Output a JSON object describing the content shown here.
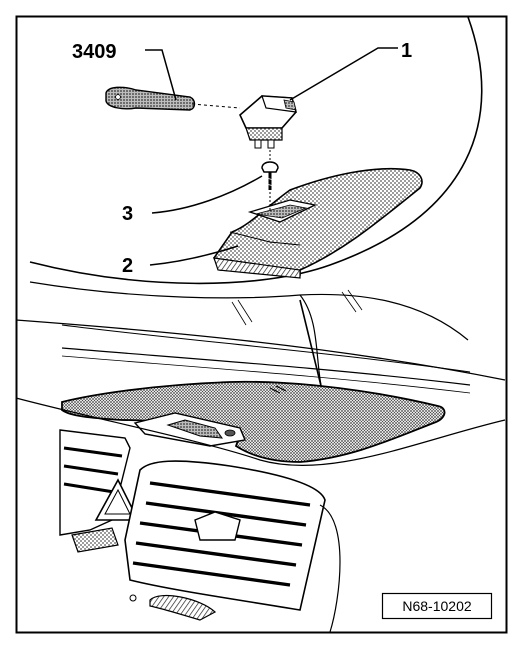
{
  "callouts": {
    "tool": "3409",
    "part1": "1",
    "part2": "2",
    "part3": "3"
  },
  "figure_id": "N68-10202",
  "colors": {
    "line": "#000000",
    "background": "#ffffff",
    "shade": "#9a9a9a"
  }
}
